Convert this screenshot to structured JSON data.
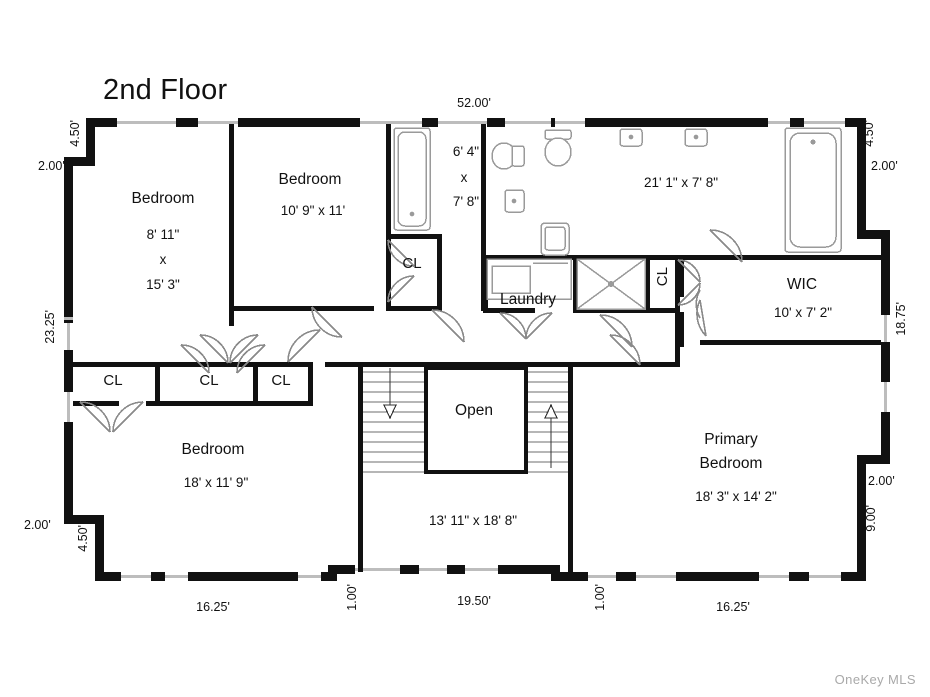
{
  "title": "2nd Floor",
  "watermark": "OneKey MLS",
  "colors": {
    "wall": "#111111",
    "fixture_outline": "#9a9a9a",
    "text": "#111111",
    "background": "#ffffff",
    "watermark": "#a9a9a9"
  },
  "rooms": [
    {
      "id": "bedroom-front-left",
      "name": "Bedroom",
      "dim_line1": "8' 11\"",
      "dim_line2": "x",
      "dim_line3": "15' 3\""
    },
    {
      "id": "bedroom-front-mid",
      "name": "Bedroom",
      "dim_line1": "10' 9\" x 11'"
    },
    {
      "id": "bathroom-hall",
      "name": "",
      "dim_line1": "6' 4\"",
      "dim_line2": "x",
      "dim_line3": "7' 8\""
    },
    {
      "id": "primary-bathroom",
      "name": "",
      "dim_line1": "21' 1\" x 7' 8\""
    },
    {
      "id": "wic",
      "name": "WIC",
      "dim_line1": "10' x 7' 2\""
    },
    {
      "id": "laundry",
      "name": "Laundry",
      "dim_line1": ""
    },
    {
      "id": "bedroom-rear-left",
      "name": "Bedroom",
      "dim_line1": "18' x 11' 9\""
    },
    {
      "id": "stair-hall",
      "name": "Open",
      "dim_line1": "13' 11\" x 18' 8\""
    },
    {
      "id": "primary-bedroom",
      "name_line1": "Primary",
      "name_line2": "Bedroom",
      "dim_line1": "18' 3\" x 14' 2\""
    }
  ],
  "closets": [
    {
      "id": "cl-upper-right",
      "label": "CL"
    },
    {
      "id": "cl-hall-right",
      "label": "CL"
    },
    {
      "id": "cl-rear-1",
      "label": "CL"
    },
    {
      "id": "cl-rear-2",
      "label": "CL"
    },
    {
      "id": "cl-rear-3",
      "label": "CL"
    }
  ],
  "dimensions": {
    "top": [
      {
        "id": "overall-top",
        "value": "52.00'"
      }
    ],
    "left": [
      {
        "id": "left-notch-top-vert",
        "value": "4.50'"
      },
      {
        "id": "left-notch-top-horiz",
        "value": "2.00'"
      },
      {
        "id": "left-main-vert",
        "value": "23.25'"
      },
      {
        "id": "left-notch-bottom-horiz",
        "value": "2.00'"
      },
      {
        "id": "left-notch-bottom-vert",
        "value": "4.50'"
      }
    ],
    "right": [
      {
        "id": "right-notch-top-vert",
        "value": "4.50'"
      },
      {
        "id": "right-notch-top-horiz",
        "value": "2.00'"
      },
      {
        "id": "right-main-vert",
        "value": "18.75'"
      },
      {
        "id": "right-notch-bottom-horiz",
        "value": "2.00'"
      },
      {
        "id": "right-notch-bottom-vert",
        "value": "9.00'"
      }
    ],
    "bottom": [
      {
        "id": "bottom-left-run",
        "value": "16.25'"
      },
      {
        "id": "bottom-left-step",
        "value": "1.00'"
      },
      {
        "id": "bottom-middle-run",
        "value": "19.50'"
      },
      {
        "id": "bottom-right-step",
        "value": "1.00'"
      },
      {
        "id": "bottom-right-run",
        "value": "16.25'"
      }
    ]
  },
  "fixtures": [
    {
      "id": "bathtub-hall",
      "type": "tub"
    },
    {
      "id": "toilet-hall",
      "type": "toilet"
    },
    {
      "id": "sink-hall",
      "type": "sink"
    },
    {
      "id": "toilet-primary",
      "type": "toilet"
    },
    {
      "id": "vanity-sink-primary-left",
      "type": "sink"
    },
    {
      "id": "vanity-sink-primary-right",
      "type": "sink"
    },
    {
      "id": "bathtub-primary",
      "type": "tub"
    },
    {
      "id": "shower-primary",
      "type": "shower"
    },
    {
      "id": "washer-dryer",
      "type": "appliance"
    },
    {
      "id": "laundry-counter-sink",
      "type": "sink"
    }
  ],
  "stairs": [
    {
      "id": "stair-down",
      "direction": "down"
    },
    {
      "id": "stair-up",
      "direction": "up"
    }
  ]
}
